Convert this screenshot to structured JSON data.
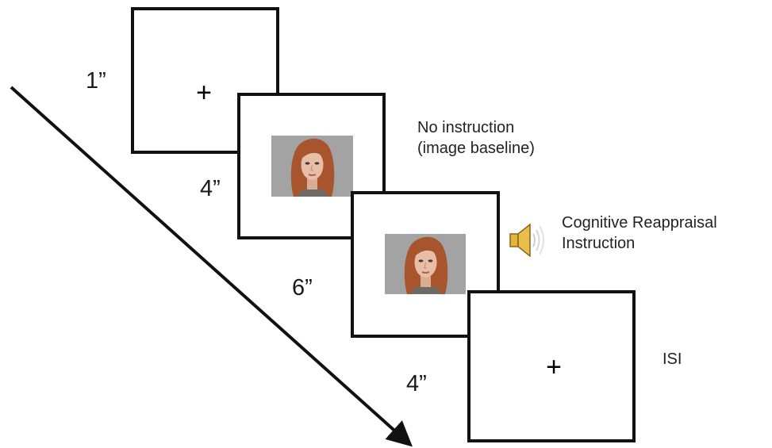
{
  "screens": [
    {
      "content": "+",
      "duration": "1”"
    },
    {
      "content": "face-photo",
      "duration": "4”",
      "label_lines": [
        "No instruction",
        "(image baseline)"
      ]
    },
    {
      "content": "face-photo",
      "duration": "6”",
      "label_lines": [
        "Cognitive Reappraisal",
        "Instruction"
      ],
      "icon": "speaker-icon"
    },
    {
      "content": "+",
      "duration": "4”",
      "label_lines": [
        "ISI"
      ]
    }
  ],
  "colors": {
    "frame": "#111111",
    "photo_background": "#a3a3a3",
    "hair": "#a8552d",
    "skin": "#e8bfa6",
    "speaker": "#e3b53d"
  }
}
